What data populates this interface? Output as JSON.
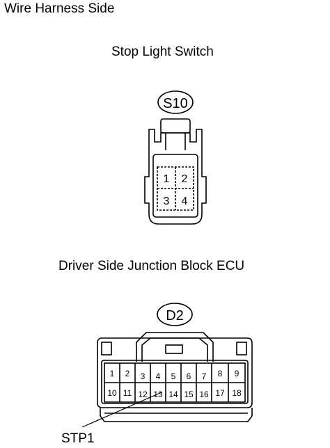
{
  "header": {
    "text": "Wire Harness Side"
  },
  "connector1": {
    "title": "Stop Light Switch",
    "code": "S10",
    "pins": [
      "1",
      "2",
      "3",
      "4"
    ]
  },
  "connector2": {
    "title": "Driver Side Junction Block ECU",
    "code": "D2",
    "pins_top": [
      "1",
      "2",
      "3",
      "4",
      "5",
      "6",
      "7",
      "8",
      "9"
    ],
    "pins_bottom": [
      "10",
      "11",
      "12",
      "13",
      "14",
      "15",
      "16",
      "17",
      "18"
    ],
    "callout": {
      "label": "STP1",
      "pin": "13"
    }
  }
}
